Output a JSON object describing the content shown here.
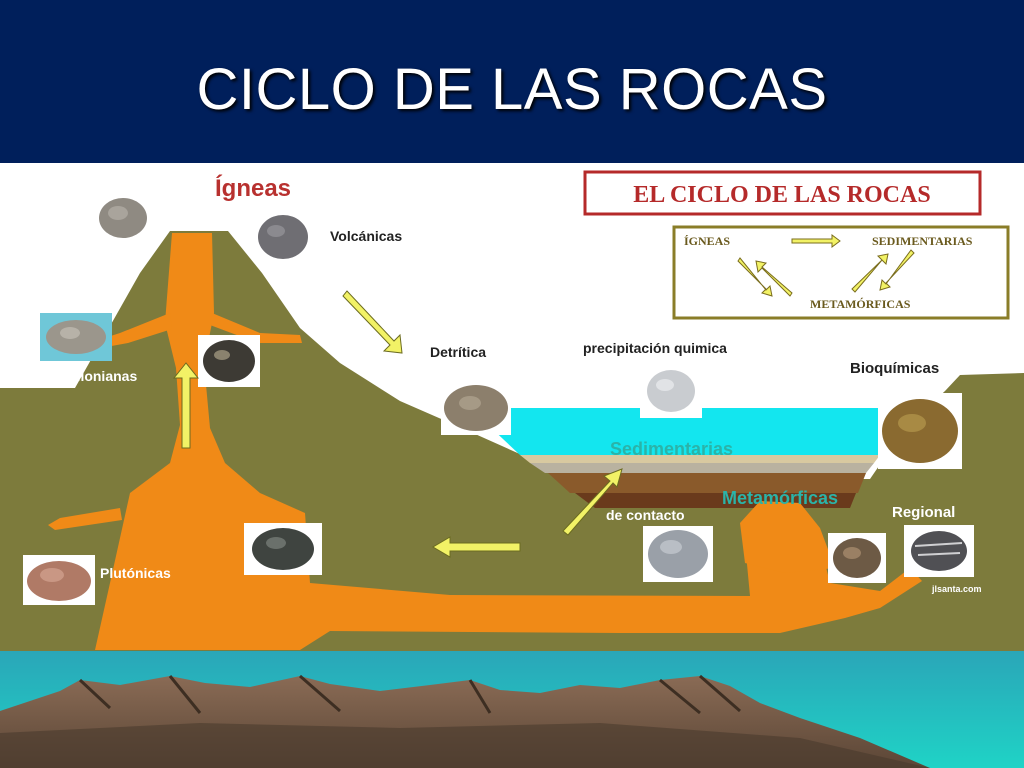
{
  "slide": {
    "title": "CICLO DE LAS ROCAS"
  },
  "diagram": {
    "labels": {
      "igneas": "Ígneas",
      "volcanicas": "Volcánicas",
      "filonianas": "Filonianas",
      "plutonicas": "Plutónicas",
      "detritica": "Detrítica",
      "precipitacion": "precipitación quimica",
      "bioquimicas": "Bioquímicas",
      "sedimentarias": "Sedimentarias",
      "metamorficas": "Metamórficas",
      "de_contacto": "de contacto",
      "regional": "Regional",
      "credit": "jlsanta.com"
    },
    "inset": {
      "title": "EL CICLO DE LAS ROCAS",
      "igneas": "ÍGNEAS",
      "sedimentarias": "SEDIMENTARIAS",
      "metamorficas": "METAMÓRFICAS"
    },
    "colors": {
      "terrain": "#7d7b3c",
      "magma": "#f08a17",
      "water": "#13e6ef",
      "sky": "#ffffff",
      "label_green": "#2bb3a8",
      "arrow": "#f2f266",
      "inset_border": "#8a7d28",
      "inset_title_border": "#b52a2a",
      "header": "#001f5b"
    }
  }
}
